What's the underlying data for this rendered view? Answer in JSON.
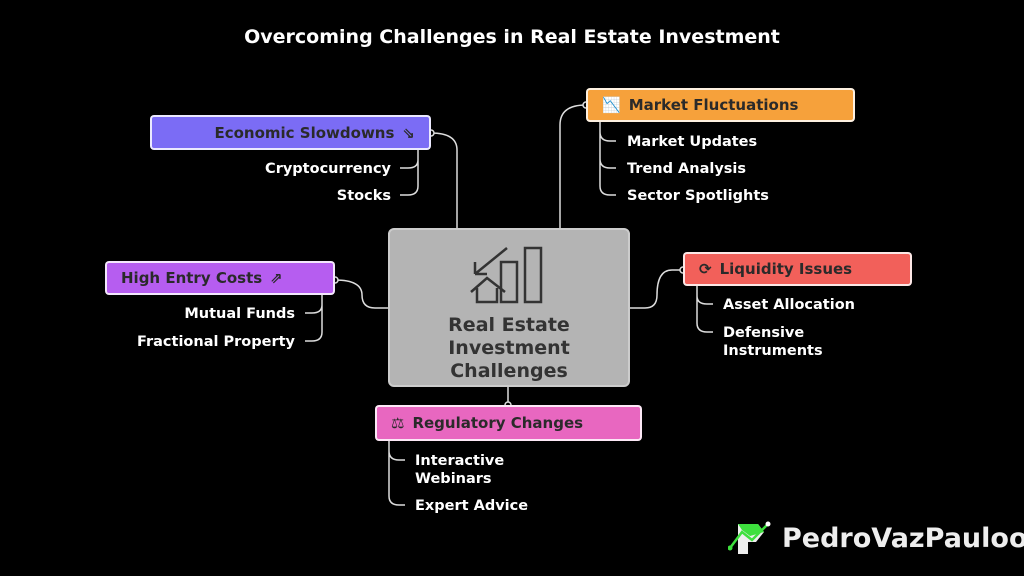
{
  "title": "Overcoming Challenges in Real Estate Investment",
  "center": {
    "lines": [
      "Real Estate",
      "Investment",
      "Challenges"
    ],
    "icon": "house-chart-down-icon"
  },
  "branches": [
    {
      "label": "Economic Slowdowns",
      "color": "#7b6cf5",
      "icon": "money-down-icon",
      "items": [
        "Cryptocurrency",
        "Stocks"
      ]
    },
    {
      "label": "Market Fluctuations",
      "color": "#f6a13b",
      "icon": "chart-down-icon",
      "items": [
        "Market Updates",
        "Trend Analysis",
        "Sector Spotlights"
      ]
    },
    {
      "label": "High Entry Costs",
      "color": "#b65df0",
      "icon": "money-up-icon",
      "items": [
        "Mutual Funds",
        "Fractional Property"
      ]
    },
    {
      "label": "Liquidity Issues",
      "color": "#f2605a",
      "icon": "coins-cycle-icon",
      "items": [
        "Asset Allocation",
        "Defensive Instruments"
      ]
    },
    {
      "label": "Regulatory Changes",
      "color": "#e867c0",
      "icon": "document-scale-icon",
      "items": [
        "Interactive Webinars",
        "Expert Advice"
      ]
    }
  ],
  "logo": {
    "text": "PedroVazPauloo",
    "accent": "#3ee03e"
  }
}
